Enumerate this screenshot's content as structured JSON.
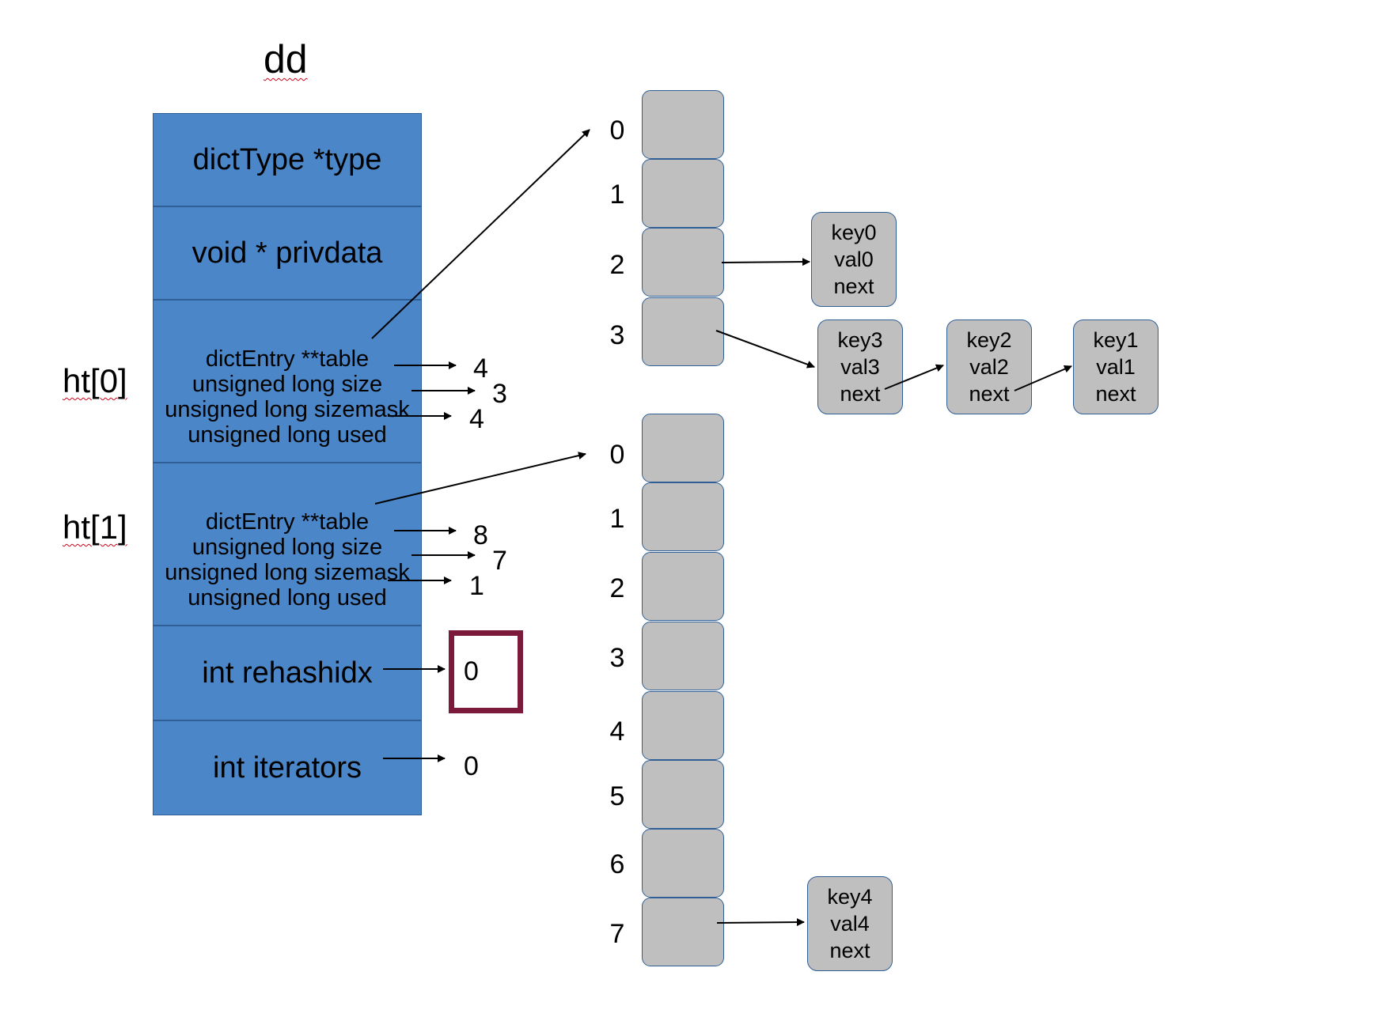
{
  "title": "dd",
  "dict": {
    "type_field": "dictType *type",
    "privdata_field": "void * privdata",
    "ht0": {
      "label": "ht[0]",
      "table": "dictEntry **table",
      "size_label": "unsigned long size",
      "sizemask_label": "unsigned long sizemask",
      "used_label": "unsigned long used",
      "size": "4",
      "sizemask": "3",
      "used": "4"
    },
    "ht1": {
      "label": "ht[1]",
      "table": "dictEntry **table",
      "size_label": "unsigned long size",
      "sizemask_label": "unsigned long sizemask",
      "used_label": "unsigned long used",
      "size": "8",
      "sizemask": "7",
      "used": "1"
    },
    "rehashidx_field": "int rehashidx",
    "rehashidx": "0",
    "iterators_field": "int iterators",
    "iterators": "0"
  },
  "table0": {
    "indices": [
      "0",
      "1",
      "2",
      "3"
    ]
  },
  "table1": {
    "indices": [
      "0",
      "1",
      "2",
      "3",
      "4",
      "5",
      "6",
      "7"
    ]
  },
  "entries": {
    "e0": {
      "key": "key0",
      "val": "val0",
      "next": "next"
    },
    "e3": {
      "key": "key3",
      "val": "val3",
      "next": "next"
    },
    "e2": {
      "key": "key2",
      "val": "val2",
      "next": "next"
    },
    "e1": {
      "key": "key1",
      "val": "val1",
      "next": "next"
    },
    "e4": {
      "key": "key4",
      "val": "val4",
      "next": "next"
    }
  },
  "colors": {
    "dict_fill": "#4a86c8",
    "bucket_fill": "#bfbfbf",
    "outline": "#2f5f96",
    "highlight": "#7b1a3a"
  }
}
